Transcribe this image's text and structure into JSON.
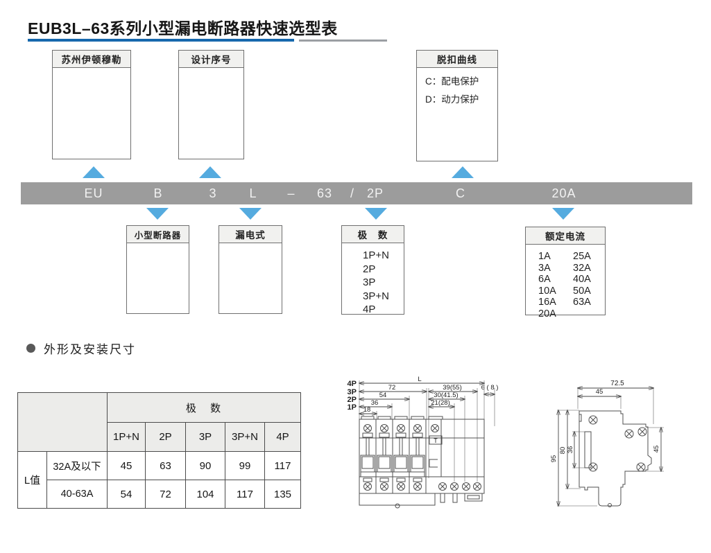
{
  "title": {
    "text": "EUB3L–63系列小型漏电断路器快速选型表"
  },
  "top_boxes": [
    {
      "label": "苏州伊顿穆勒"
    },
    {
      "label": "设计序号"
    },
    {
      "label": "脱扣曲线",
      "body_lines": [
        "C：配电保护",
        "D：动力保护"
      ]
    }
  ],
  "model_code": {
    "segments": [
      "EU",
      "B",
      "3",
      "L",
      "–",
      "63",
      "/",
      "2P",
      "C",
      "20A"
    ]
  },
  "bottom_boxes": [
    {
      "label": "小型断路器"
    },
    {
      "label": "漏电式"
    },
    {
      "label": "极 数",
      "body_lines": [
        "1P+N",
        "2P",
        "3P",
        "3P+N",
        "4P"
      ]
    },
    {
      "label": "额定电流",
      "col1": [
        "1A",
        "3A",
        "6A",
        "10A",
        "16A",
        "20A"
      ],
      "col2": [
        "25A",
        "32A",
        "40A",
        "50A",
        "63A"
      ]
    }
  ],
  "section": {
    "title": "外形及安装尺寸"
  },
  "chart_data": {
    "type": "table",
    "title": "极 数",
    "row_group_label": "L值",
    "columns": [
      "1P+N",
      "2P",
      "3P",
      "3P+N",
      "4P"
    ],
    "rows": [
      {
        "label": "32A及以下",
        "values": [
          "45",
          "63",
          "90",
          "99",
          "117"
        ]
      },
      {
        "label": "40-63A",
        "values": [
          "54",
          "72",
          "104",
          "117",
          "135"
        ]
      }
    ]
  },
  "front_view": {
    "pole_labels": [
      "4P",
      "3P",
      "2P",
      "1P"
    ],
    "dims": {
      "total": "L",
      "d72": "72",
      "d54": "54",
      "d36": "36",
      "d18": "18",
      "d39": "39(55)",
      "d30": "30(41.5)",
      "d21": "21(28)",
      "d6": "6 ( 8 )"
    },
    "test_button": "T"
  },
  "side_view": {
    "dims": {
      "w_total": "72.5",
      "w_front": "45",
      "h_total": "95",
      "h_body": "80",
      "h_handle": "36",
      "h_right": "45"
    }
  },
  "colors": {
    "accent_blue": "#55abdf",
    "bar_gray": "#9c9c9c",
    "underline_blue": "#1668ad",
    "underline_gray": "#9b9fa3",
    "box_header_bg": "#f1f1ef",
    "table_header_bg": "#ececea"
  }
}
